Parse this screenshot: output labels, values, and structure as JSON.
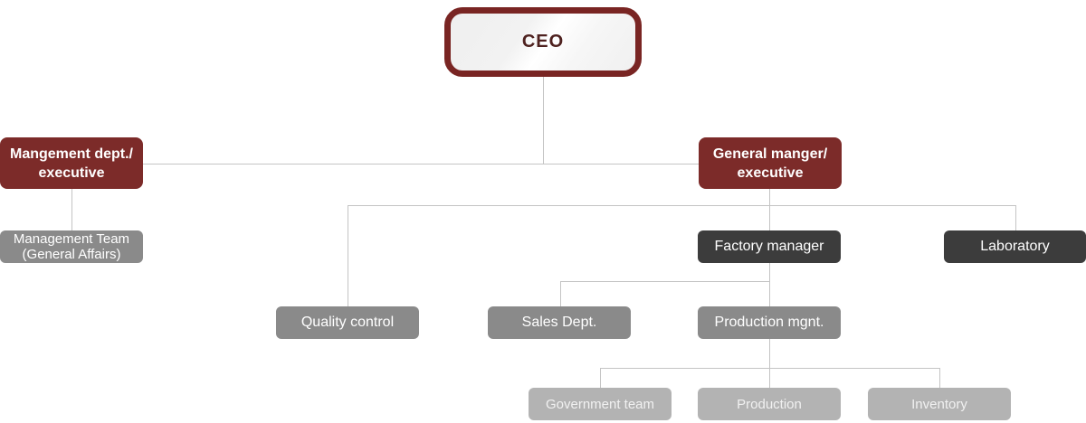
{
  "nodes": {
    "ceo": {
      "label": "CEO"
    },
    "management_dept": {
      "line1": "Mangement dept./",
      "line2": "executive"
    },
    "general_manager": {
      "line1": "General manger/",
      "line2": "executive"
    },
    "management_team": {
      "line1": "Management Team",
      "line2": "(General Affairs)"
    },
    "factory_manager": {
      "label": "Factory manager"
    },
    "laboratory": {
      "label": "Laboratory"
    },
    "quality_control": {
      "label": "Quality control"
    },
    "sales_dept": {
      "label": "Sales Dept."
    },
    "production_mgnt": {
      "label": "Production mgnt."
    },
    "government_team": {
      "label": "Government team"
    },
    "production": {
      "label": "Production"
    },
    "inventory": {
      "label": "Inventory"
    }
  },
  "edges": [
    {
      "from": "ceo",
      "to": "management_dept"
    },
    {
      "from": "ceo",
      "to": "general_manager"
    },
    {
      "from": "management_dept",
      "to": "management_team"
    },
    {
      "from": "general_manager",
      "to": "quality_control"
    },
    {
      "from": "general_manager",
      "to": "factory_manager"
    },
    {
      "from": "general_manager",
      "to": "laboratory"
    },
    {
      "from": "factory_manager",
      "to": "sales_dept"
    },
    {
      "from": "factory_manager",
      "to": "production_mgnt"
    },
    {
      "from": "production_mgnt",
      "to": "government_team"
    },
    {
      "from": "production_mgnt",
      "to": "production"
    },
    {
      "from": "production_mgnt",
      "to": "inventory"
    }
  ],
  "colors": {
    "brand_red": "#7c2b29",
    "ceo_border": "#792523",
    "ceo_text": "#4e211f",
    "dark_gray": "#3c3c3c",
    "mid_gray": "#8a8a8a",
    "light_gray": "#b3b3b3",
    "line_color": "#c4c4c4"
  }
}
